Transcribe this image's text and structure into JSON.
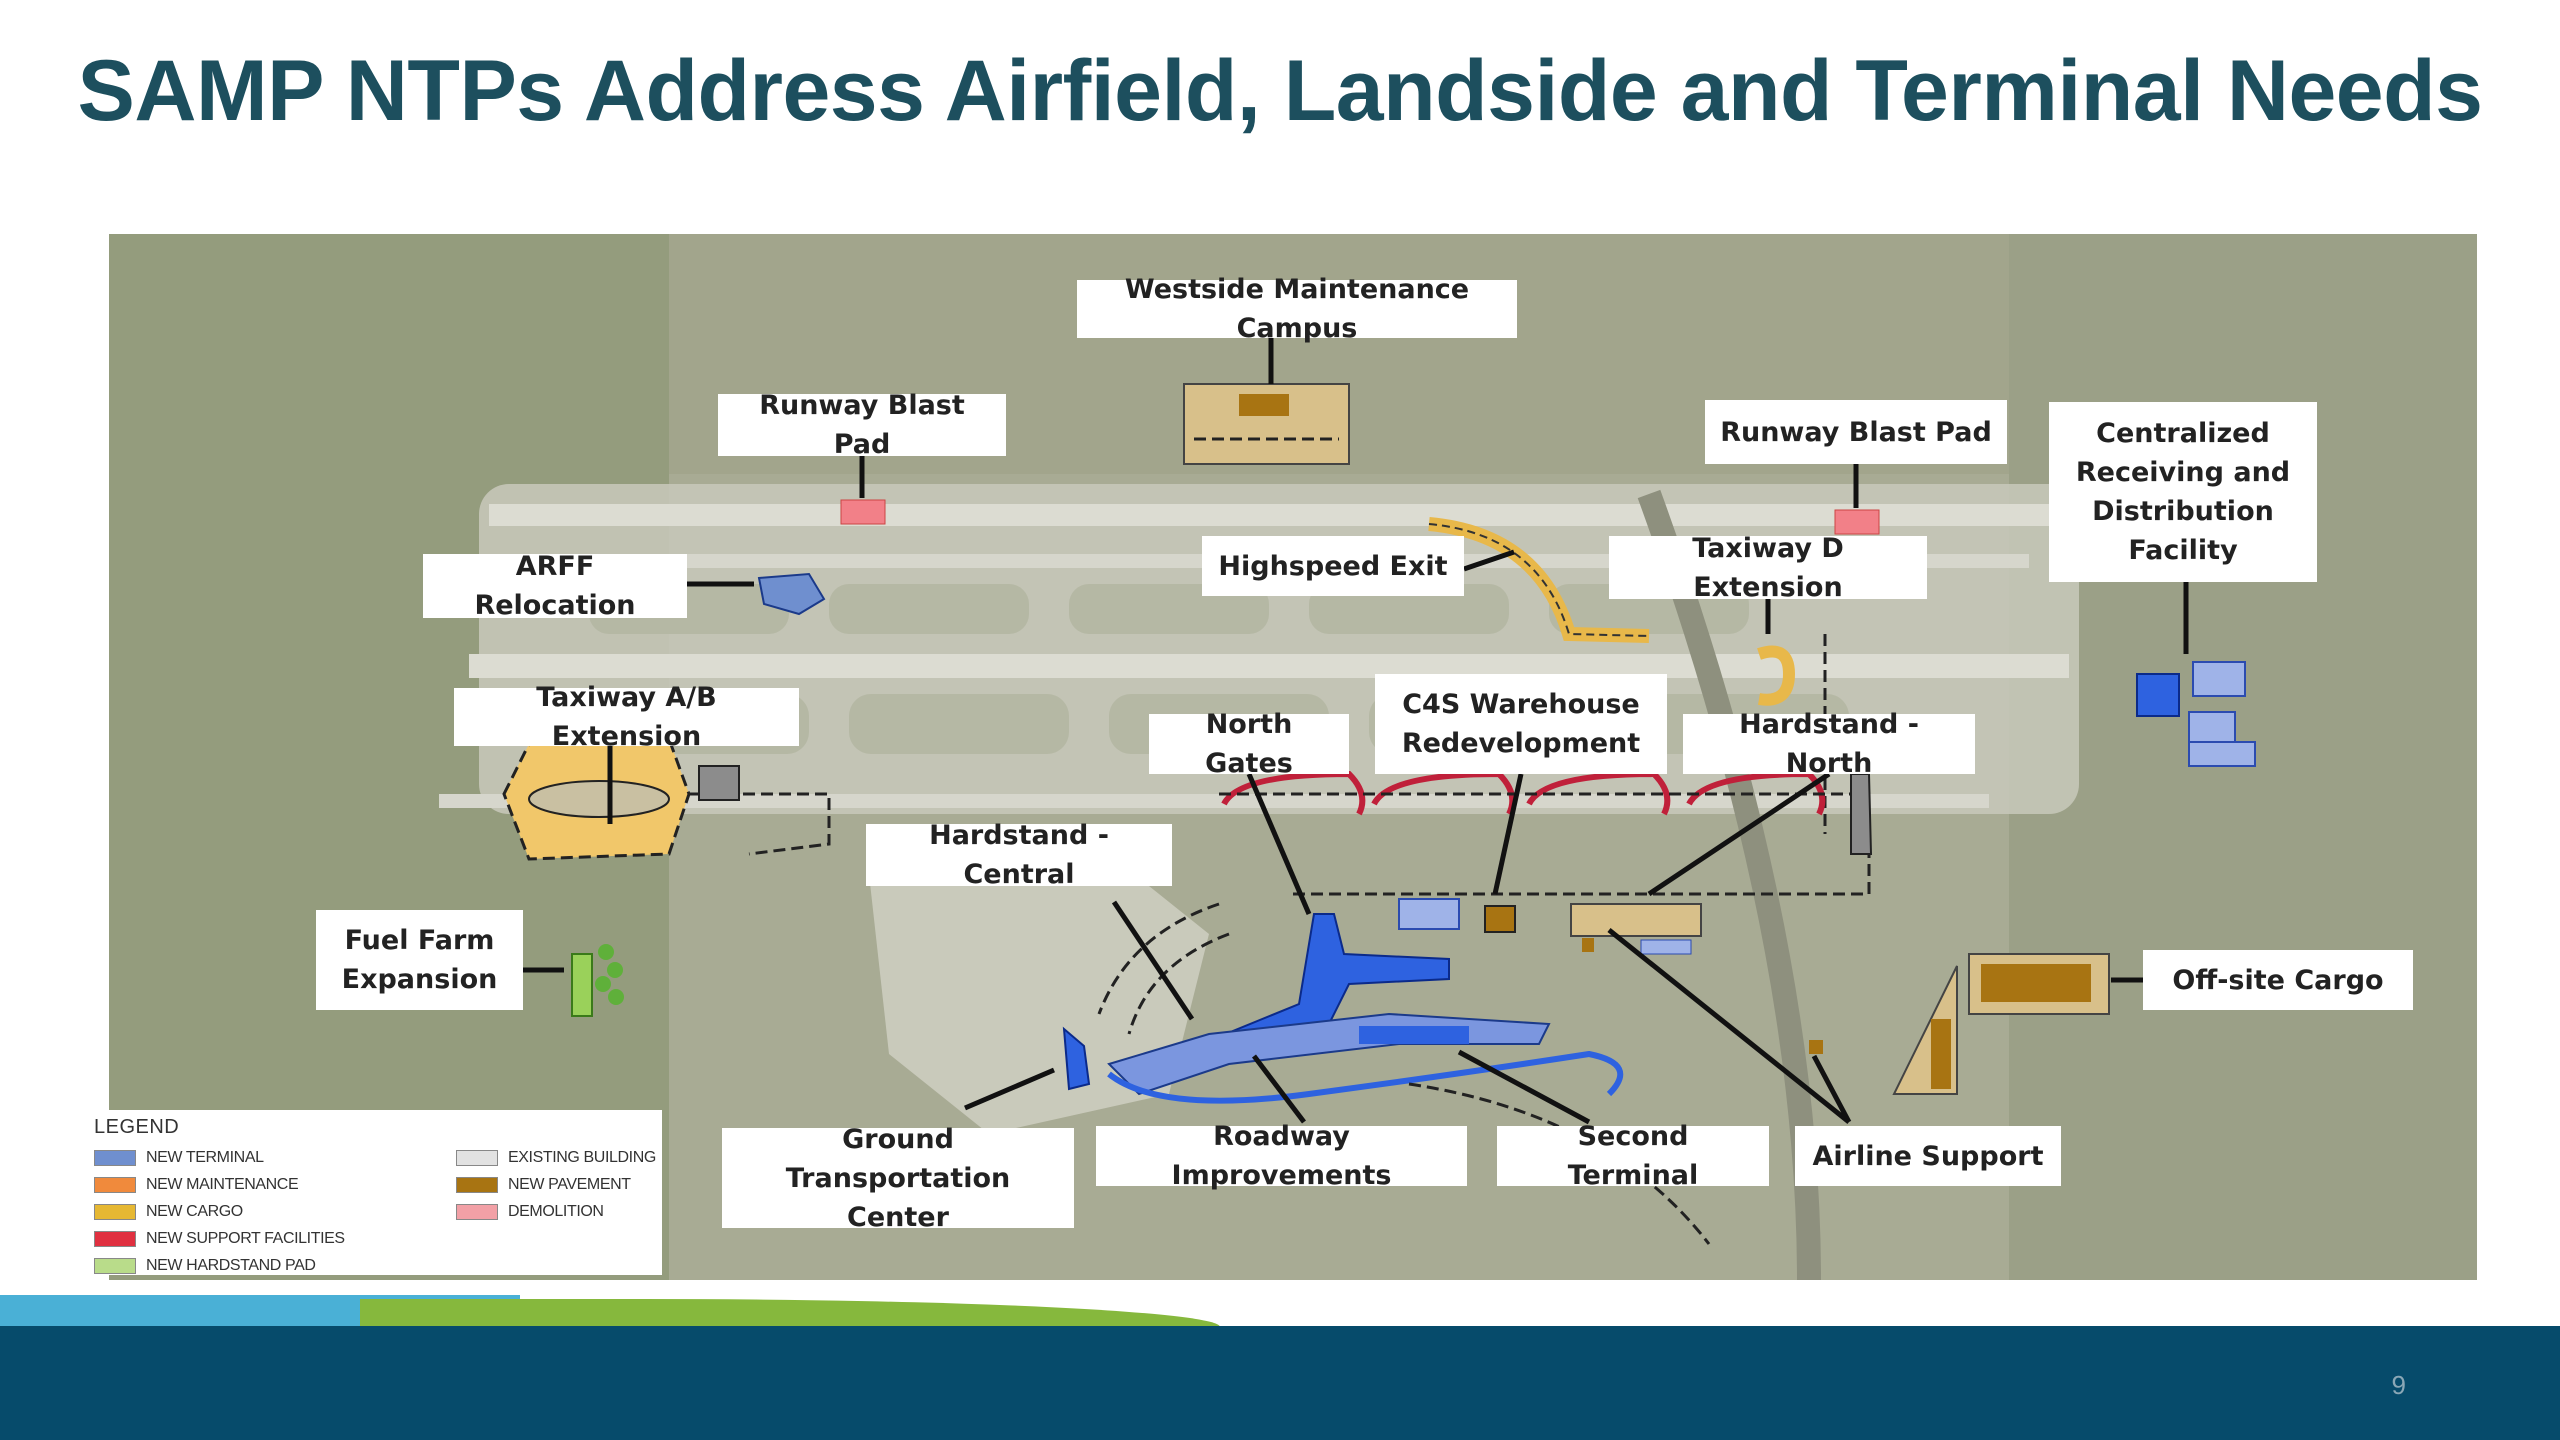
{
  "slide": {
    "title": "SAMP NTPs Address Airfield, Landside and Terminal Needs",
    "page_number": "9"
  },
  "map": {
    "callouts": {
      "westside_maintenance": "Westside Maintenance Campus",
      "runway_blast_pad_west": "Runway Blast Pad",
      "runway_blast_pad_east": "Runway Blast Pad",
      "centralized_receiving": "Centralized\nReceiving and\nDistribution\nFacility",
      "arff_relocation": "ARFF Relocation",
      "highspeed_exit": "Highspeed Exit",
      "taxiway_d_extension": "Taxiway D Extension",
      "taxiway_ab_extension": "Taxiway A/B Extension",
      "c4s_warehouse": "C4S Warehouse\nRedevelopment",
      "north_gates": "North Gates",
      "hardstand_north": "Hardstand - North",
      "hardstand_central": "Hardstand - Central",
      "fuel_farm": "Fuel Farm\nExpansion",
      "offsite_cargo": "Off-site Cargo",
      "ground_transportation": "Ground Transportation\nCenter",
      "roadway_improvements": "Roadway Improvements",
      "second_terminal": "Second Terminal",
      "airline_support": "Airline Support"
    },
    "legend": {
      "title": "LEGEND",
      "items_left": [
        {
          "label": "NEW TERMINAL",
          "color": "#6f8fcf"
        },
        {
          "label": "NEW MAINTENANCE",
          "color": "#f08a3c"
        },
        {
          "label": "NEW CARGO",
          "color": "#e6b833"
        },
        {
          "label": "NEW SUPPORT FACILITIES",
          "color": "#e03040"
        },
        {
          "label": "NEW HARDSTAND PAD",
          "color": "#b9dc8a"
        }
      ],
      "items_right": [
        {
          "label": "EXISTING BUILDING",
          "color": "#e2e2e2"
        },
        {
          "label": "NEW PAVEMENT",
          "color": "#a87412"
        },
        {
          "label": "DEMOLITION",
          "color": "#f2a0a6"
        }
      ]
    }
  },
  "colors": {
    "title": "#1d4f5e",
    "footer": "#064b6b",
    "accent_blue": "#4ab0d6",
    "accent_green": "#86b83d"
  }
}
